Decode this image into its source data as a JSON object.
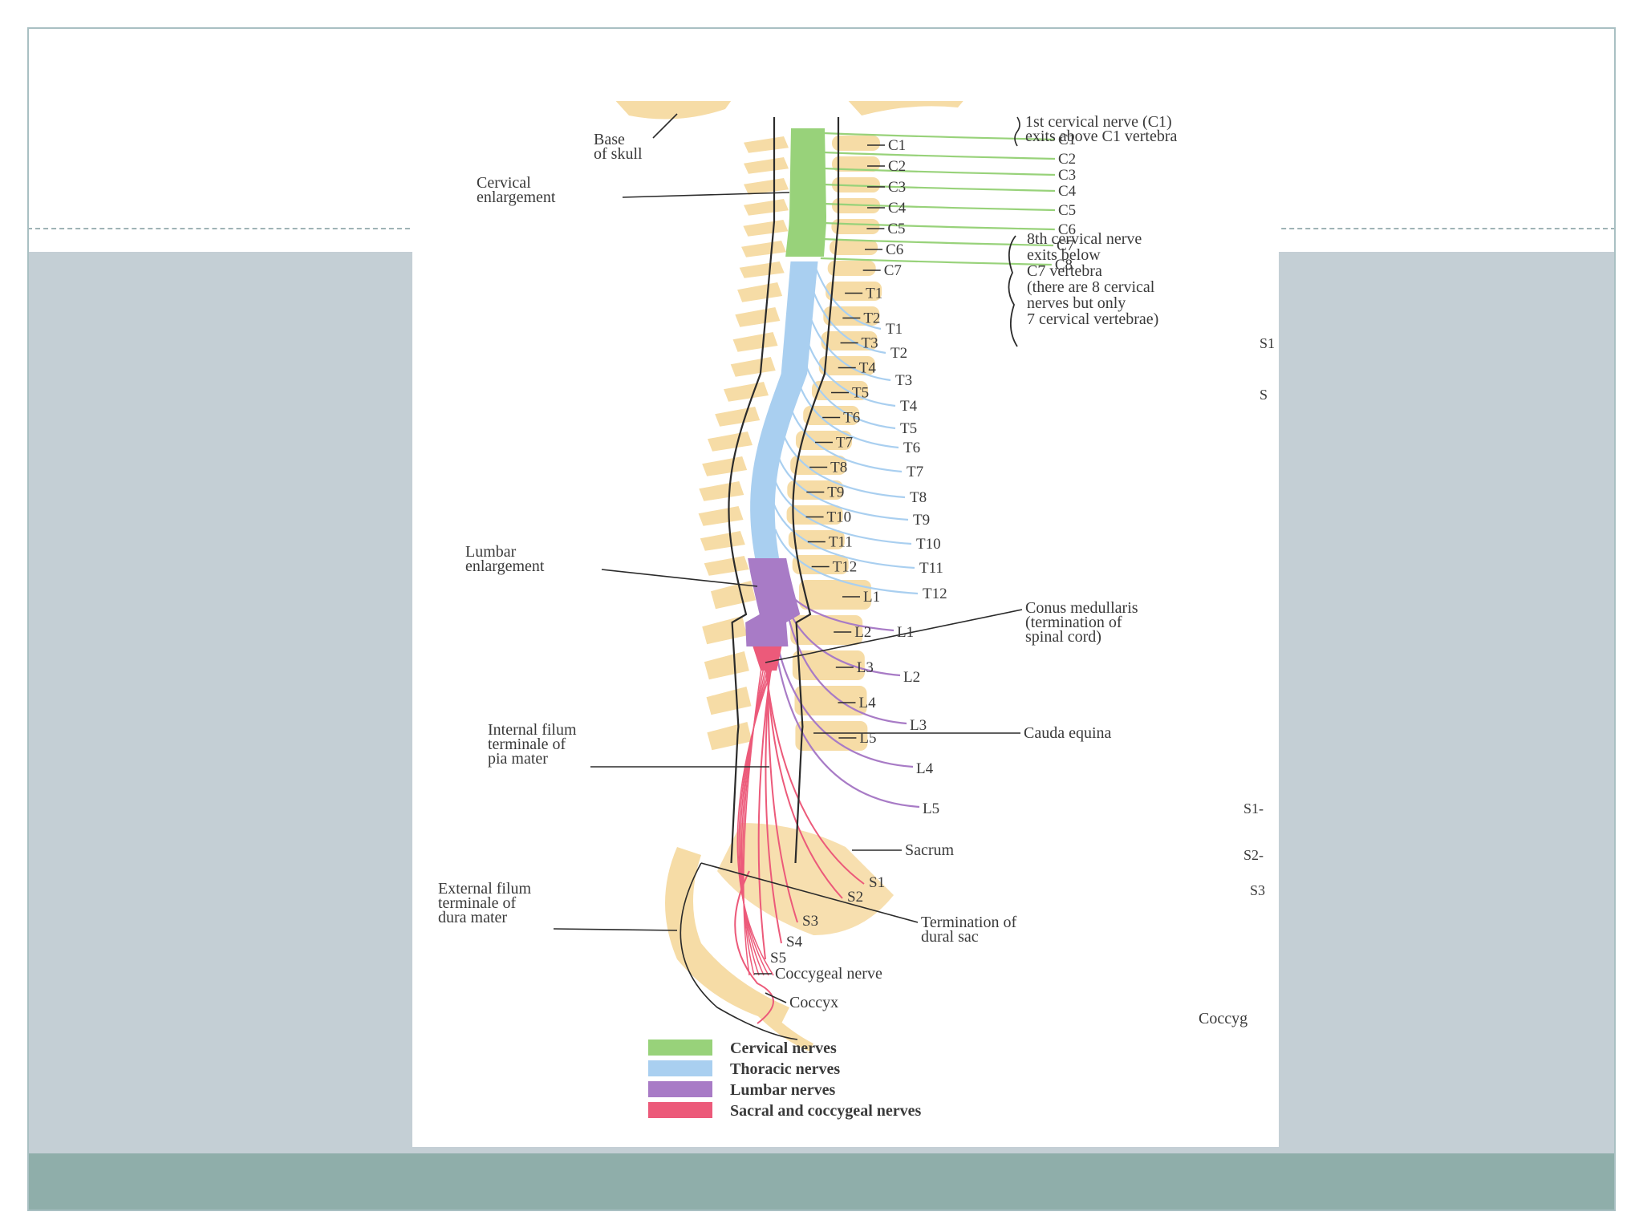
{
  "diagram": {
    "labels": {
      "base_of_skull": [
        "Base",
        "of skull"
      ],
      "cervical_enlargement": [
        "Cervical",
        "enlargement"
      ],
      "lumbar_enlargement": [
        "Lumbar",
        "enlargement"
      ],
      "internal_filum": [
        "Internal filum",
        "terminale of",
        "pia mater"
      ],
      "external_filum": [
        "External filum",
        "terminale of",
        "dura mater"
      ],
      "conus_medullaris": [
        "Conus medullaris",
        "(termination of",
        "spinal cord)"
      ],
      "cauda_equina": "Cauda equina",
      "sacrum": "Sacrum",
      "termination_dural_sac": [
        "Termination of",
        "dural sac"
      ],
      "coccygeal_nerve": "Coccygeal nerve",
      "coccyx": "Coccyx"
    },
    "notes": {
      "first_cervical": [
        "1st cervical nerve (C1)",
        "exits above C1 vertebra"
      ],
      "eighth_cervical": [
        "8th cervical nerve",
        "exits below",
        "C7 vertebra",
        "(there are 8 cervical",
        "nerves but only",
        "7 cervical vertebrae)"
      ]
    },
    "vertebra_labels": [
      "C1",
      "C2",
      "C3",
      "C4",
      "C5",
      "C6",
      "C7",
      "T1",
      "T2",
      "T3",
      "T4",
      "T5",
      "T6",
      "T7",
      "T8",
      "T9",
      "T10",
      "T11",
      "T12",
      "L1",
      "L2",
      "L3",
      "L4",
      "L5"
    ],
    "nerve_labels": {
      "cervical": [
        "C1",
        "C2",
        "C3",
        "C4",
        "C5",
        "C6",
        "C7",
        "C8"
      ],
      "thoracic": [
        "T1",
        "T2",
        "T3",
        "T4",
        "T5",
        "T6",
        "T7",
        "T8",
        "T9",
        "T10",
        "T11",
        "T12"
      ],
      "lumbar": [
        "L1",
        "L2",
        "L3",
        "L4",
        "L5"
      ],
      "sacral": [
        "S1",
        "S2",
        "S3",
        "S4",
        "S5"
      ]
    },
    "edge_fragments": {
      "right_labels": [
        "S1",
        "S",
        "S1-",
        "S2-",
        "S3"
      ],
      "coccyx_fragment": "Coccyg"
    },
    "legend": [
      {
        "label": "Cervical nerves",
        "color": "#98d27a"
      },
      {
        "label": "Thoracic nerves",
        "color": "#a9cff0"
      },
      {
        "label": "Lumbar nerves",
        "color": "#a87bc6"
      },
      {
        "label": "Sacral and coccygeal nerves",
        "color": "#ec5a7a"
      }
    ],
    "colors": {
      "bone": "#f6dca6",
      "cervical": "#98d27a",
      "thoracic": "#a9cff0",
      "lumbar": "#a87bc6",
      "sacral": "#ec5a7a",
      "line": "#2b2b2b"
    }
  }
}
